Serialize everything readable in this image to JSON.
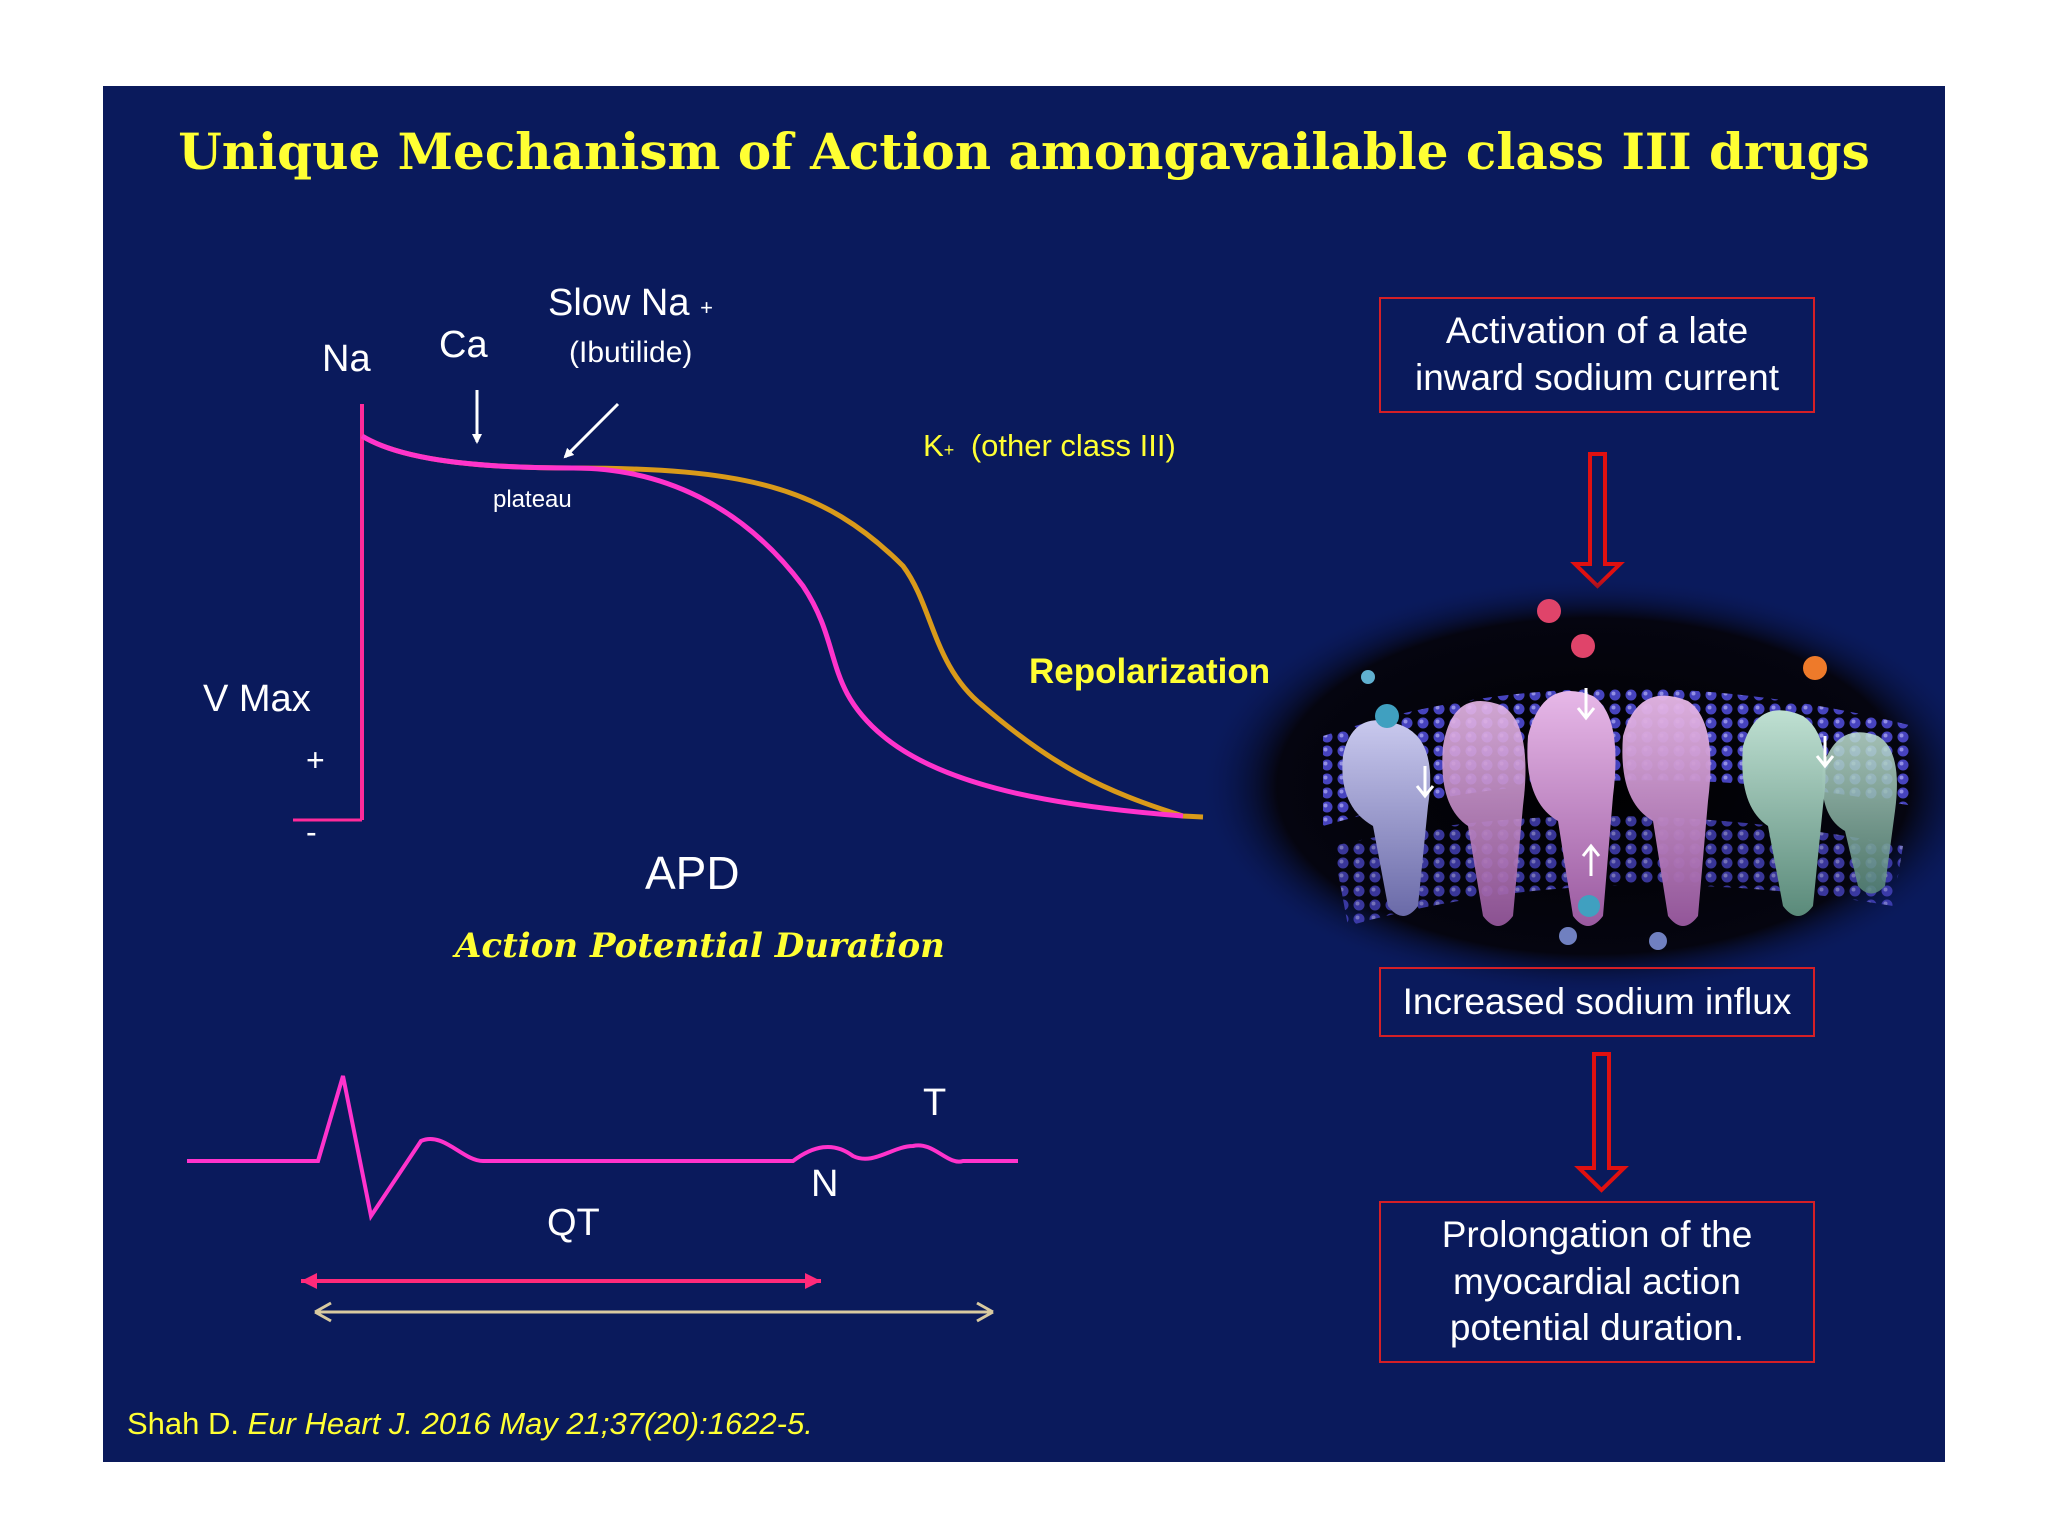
{
  "title": "Unique Mechanism of Action amongavailable class III drugs",
  "labels": {
    "na": "Na",
    "ca": "Ca",
    "slow_na": "Slow Na",
    "slow_na_sup": "+",
    "ibutilide": "(Ibutilide)",
    "plateau": "plateau",
    "k": "K",
    "k_sup": "+",
    "other_class": "(other class III)",
    "repolarization": "Repolarization",
    "vmax": "V Max",
    "plus": "+",
    "minus": "-",
    "apd": "APD",
    "apd_full": "Action Potential Duration",
    "qt": "QT",
    "n": "N",
    "t": "T"
  },
  "flow": {
    "box1": "Activation of a late\ninward sodium current",
    "box2": "Increased sodium influx",
    "box3": "Prolongation of the\nmyocardial action\npotential duration."
  },
  "citation": {
    "author": "Shah D.",
    "journal": "Eur Heart J. 2016 May 21;37(20):1622-5."
  },
  "colors": {
    "background": "#0a1a5c",
    "title": "#ffff33",
    "magenta_curve": "#ff33cc",
    "orange_curve": "#d99a1a",
    "arrow_red": "#e01010",
    "box_border": "#d41f26"
  },
  "icons": [
    "cell-membrane-ion-channel-illustration"
  ]
}
